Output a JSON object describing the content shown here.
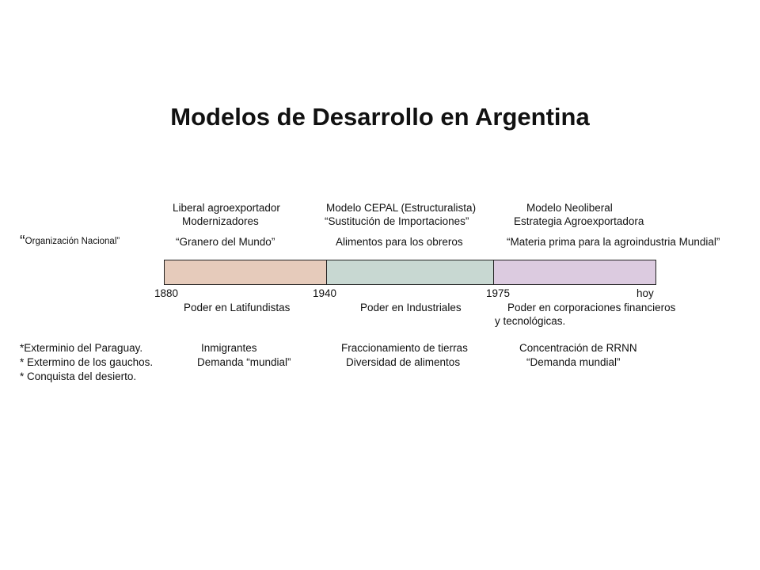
{
  "title": "Modelos de Desarrollo en Argentina",
  "models": [
    {
      "name": "Liberal agroexportador",
      "subtitle": "Modernizadores",
      "slogan": "“Granero del Mundo”",
      "power": "Poder en Latifundistas",
      "facts": [
        "Inmigrantes",
        "Demanda “mundial”"
      ],
      "color": "#e6cbbb"
    },
    {
      "name": "Modelo CEPAL (Estructuralista)",
      "subtitle": "“Sustitución de Importaciones”",
      "slogan": "Alimentos para los obreros",
      "power": "Poder en Industriales",
      "facts": [
        "Fraccionamiento de tierras",
        "Diversidad de alimentos"
      ],
      "color": "#c8d8d2"
    },
    {
      "name": "Modelo  Neoliberal",
      "subtitle": "Estrategia Agroexportadora",
      "slogan": "“Materia prima para la agroindustria Mundial”",
      "power": "Poder en corporaciones  financieros",
      "power_line2": "y  tecnológicas.",
      "facts": [
        "Concentración de RRNN",
        "“Demanda mundial”"
      ],
      "color": "#dccbe0"
    }
  ],
  "prelude": {
    "quote_mark": "“",
    "slogan": "Organización Nacional”",
    "facts": [
      "*Exterminio del Paraguay.",
      "* Extermino de los gauchos.",
      "* Conquista del desierto."
    ]
  },
  "timeline": [
    "1880",
    "1940",
    "1975",
    "hoy"
  ]
}
